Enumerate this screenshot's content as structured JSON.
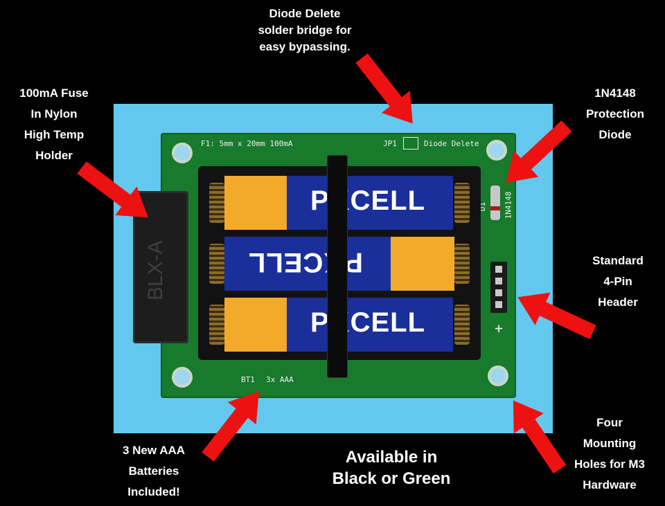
{
  "captions": {
    "fuse": "100mA Fuse\nIn Nylon\nHigh Temp\nHolder",
    "diode_delete": "Diode Delete\nsolder bridge for\neasy bypassing.",
    "protection_diode": "1N4148\nProtection\nDiode",
    "header": "Standard\n4-Pin\nHeader",
    "batteries": "3 New AAA\nBatteries\nIncluded!",
    "availability": "Available in\nBlack or Green",
    "mounting": "Four\nMounting\nHoles for M3\nHardware"
  },
  "pcb": {
    "fuse_silk": "F1: 5mm x 20mm 100mA",
    "jp1_silk": "JP1",
    "diode_delete_silk": "Diode Delete",
    "d1_silk": "D1",
    "diode_part_silk": "1N4148",
    "bt1_silk": "BT1",
    "battery_silk": "3x AAA",
    "plus_silk": "+",
    "fuse_holder_text": "BLX-A",
    "battery_brand": "PKCELL"
  },
  "colors": {
    "background": "#000000",
    "backdrop": "#64c8ee",
    "pcb_green": "#177a2c",
    "arrow_red": "#ee1111"
  }
}
